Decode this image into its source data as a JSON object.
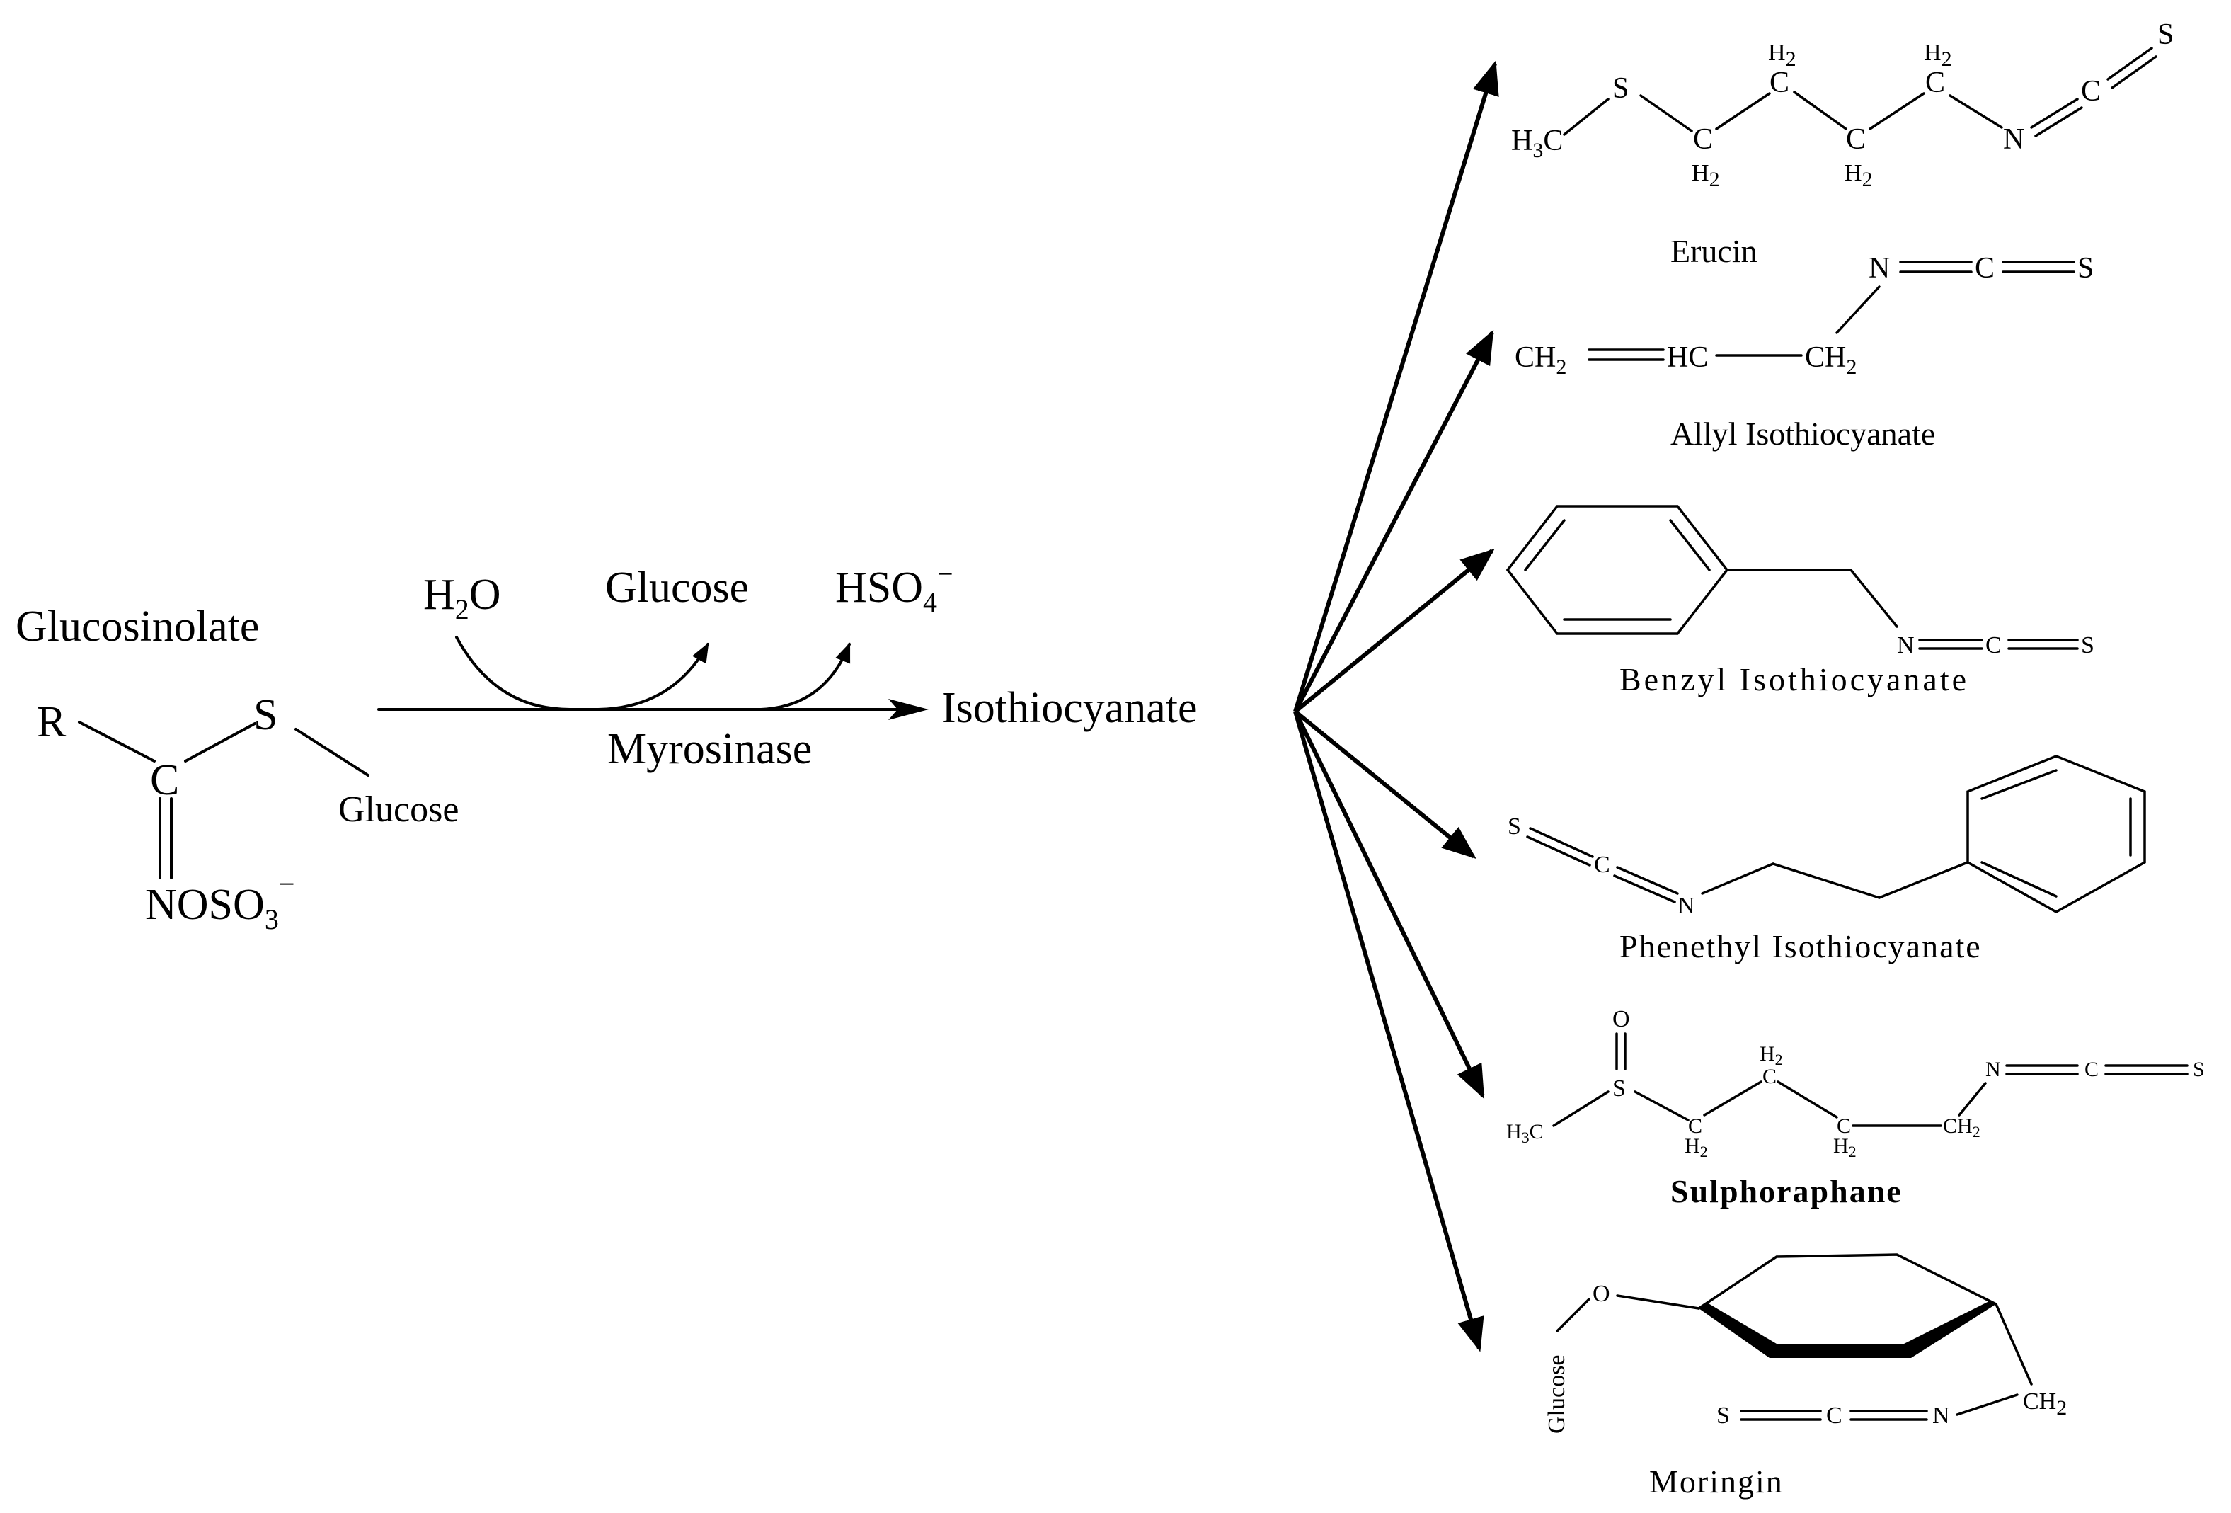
{
  "reactant": {
    "name": "Glucosinolate",
    "r_group": "R",
    "carbon": "C",
    "sulfur": "S",
    "glucose": "Glucose",
    "oxime_sulfate": "NOSO",
    "oxime_sub": "3",
    "oxime_charge": "−"
  },
  "reaction": {
    "water": "H",
    "water_sub": "2",
    "water_o": "O",
    "glucose": "Glucose",
    "bisulfate": "HSO",
    "bisulfate_sub": "4",
    "bisulfate_charge": "−",
    "enzyme": "Myrosinase",
    "product": "Isothiocyanate"
  },
  "products": [
    {
      "name": "Erucin",
      "atoms": {
        "ch3": "H",
        "ch3_sub": "3",
        "ch3_c": "C",
        "s": "S",
        "c": "C",
        "h": "H",
        "h2": "2",
        "n": "N",
        "s_end": "S"
      }
    },
    {
      "name": "Allyl Isothiocyanate",
      "atoms": {
        "ch2": "CH",
        "ch2_sub": "2",
        "hc": "HC",
        "n": "N",
        "c": "C",
        "s": "S"
      }
    },
    {
      "name": "Benzyl Isothiocyanate",
      "atoms": {
        "n": "N",
        "c": "C",
        "s": "S"
      }
    },
    {
      "name": "Phenethyl Isothiocyanate",
      "atoms": {
        "s": "S",
        "c": "C",
        "n": "N"
      }
    },
    {
      "name": "Sulphoraphane",
      "atoms": {
        "o": "O",
        "s": "S",
        "h3c": "H",
        "h3c_sub": "3",
        "h3c_c": "C",
        "c": "C",
        "h": "H",
        "h2": "2",
        "ch2": "CH",
        "ch2_sub": "2",
        "n": "N",
        "s_end": "S"
      }
    },
    {
      "name": "Moringin",
      "atoms": {
        "o": "O",
        "glucose": "Glucose",
        "ch2": "CH",
        "ch2_sub": "2",
        "s": "S",
        "c": "C",
        "n": "N"
      }
    }
  ]
}
